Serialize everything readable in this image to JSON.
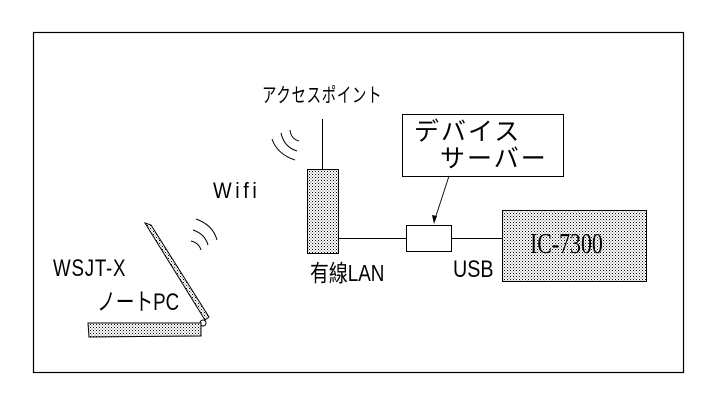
{
  "diagram": {
    "access_point": {
      "label": "アクセスポイント"
    },
    "device_server": {
      "label_line1": "デバイス",
      "label_line2": "サーバー"
    },
    "wifi": {
      "label": "Wifi"
    },
    "laptop": {
      "app_label": "WSJT-X",
      "device_label": "ノートPC"
    },
    "wired_lan": {
      "label": "有線LAN"
    },
    "usb": {
      "label": "USB"
    },
    "radio": {
      "label": "IC-7300"
    },
    "colors": {
      "line": "#000000",
      "background": "#ffffff",
      "hatch": "#000000"
    }
  }
}
